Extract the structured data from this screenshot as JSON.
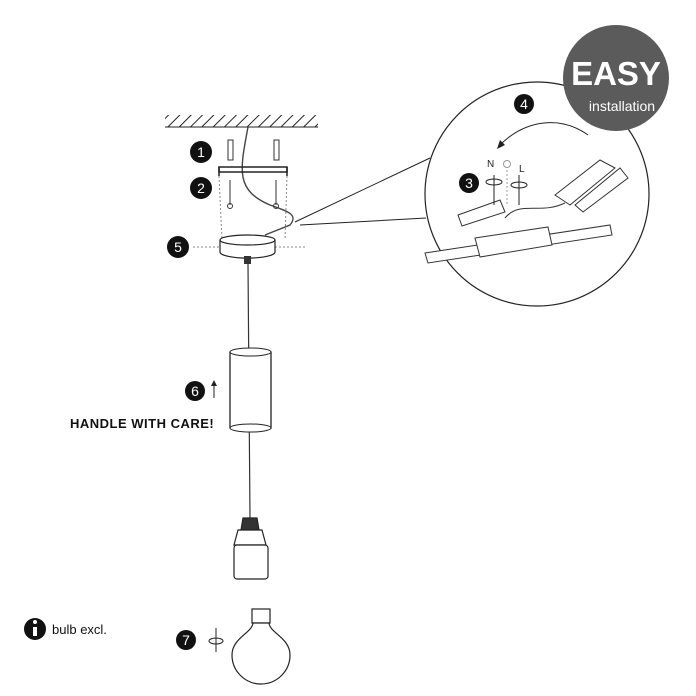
{
  "badge": {
    "title": "EASY",
    "subtitle": "installation",
    "color": "#5b5b5b"
  },
  "steps": [
    "1",
    "2",
    "3",
    "4",
    "5",
    "6",
    "7"
  ],
  "wiring": {
    "neutral": "N",
    "live": "L"
  },
  "warning": "HANDLE WITH CARE!",
  "note": {
    "icon": "info-icon",
    "text": "bulb excl."
  }
}
